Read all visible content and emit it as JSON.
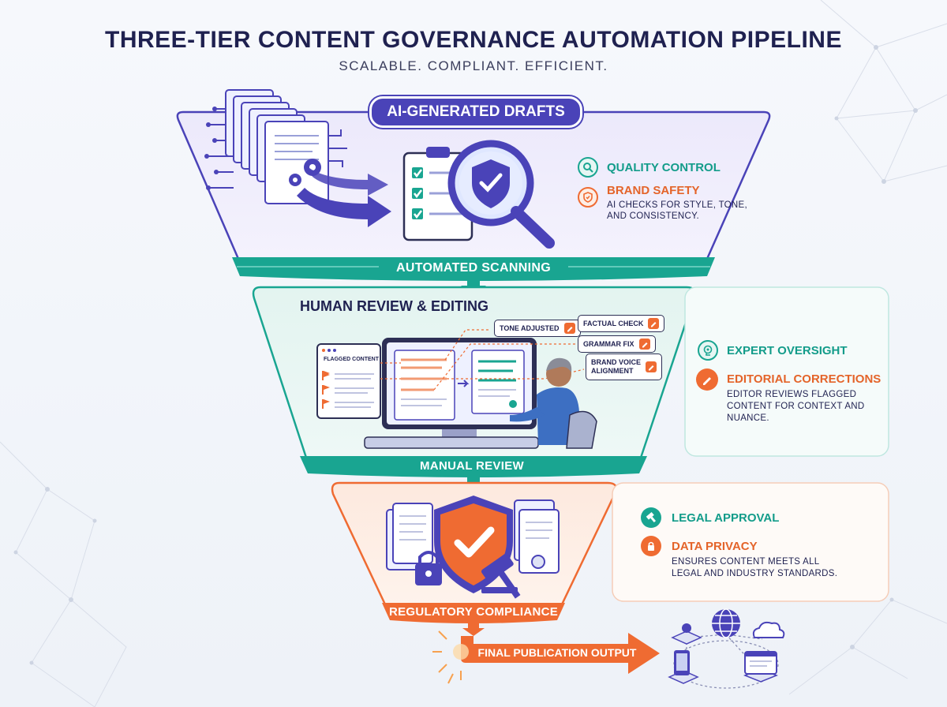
{
  "header": {
    "title": "THREE-TIER CONTENT GOVERNANCE AUTOMATION PIPELINE",
    "subtitle": "SCALABLE. COMPLIANT. EFFICIENT."
  },
  "tier1": {
    "pill": "AI-GENERATED DRAFTS",
    "band": "AUTOMATED SCANNING",
    "features": [
      {
        "label": "QUALITY CONTROL",
        "icon": "magnifier-icon",
        "color": "#19a591"
      },
      {
        "label": "BRAND SAFETY",
        "icon": "shield-check-icon",
        "color": "#ef6b32",
        "desc_lines": [
          "AI CHECKS FOR STYLE, TONE,",
          "AND CONSISTENCY."
        ]
      }
    ]
  },
  "tier2": {
    "heading": "HUMAN REVIEW & EDITING",
    "band": "MANUAL REVIEW",
    "panel_title": "FLAGGED CONTENT",
    "tags": {
      "tone": "TONE ADJUSTED",
      "factual": "FACTUAL CHECK",
      "grammar": "GRAMMAR FIX",
      "brand_line1": "BRAND VOICE",
      "brand_line2": "ALIGNMENT"
    },
    "features": [
      {
        "label": "EXPERT OVERSIGHT",
        "icon": "head-gear-icon",
        "color": "#19a591"
      },
      {
        "label": "EDITORIAL CORRECTIONS",
        "icon": "pencil-icon",
        "color": "#ef6b32",
        "desc_lines": [
          "EDITOR REVIEWS FLAGGED",
          "CONTENT FOR CONTEXT AND",
          "NUANCE."
        ]
      }
    ]
  },
  "tier3": {
    "band": "REGULATORY COMPLIANCE",
    "features": [
      {
        "label": "LEGAL APPROVAL",
        "icon": "gavel-icon",
        "color": "#19a591"
      },
      {
        "label": "DATA PRIVACY",
        "icon": "lock-icon",
        "color": "#ef6b32",
        "desc_lines": [
          "ENSURES CONTENT MEETS ALL",
          "LEGAL AND INDUSTRY STANDARDS."
        ]
      }
    ]
  },
  "output": {
    "label": "FINAL PUBLICATION OUTPUT"
  },
  "colors": {
    "navy": "#1f2150",
    "purple": "#4a43b8",
    "teal": "#19a591",
    "orange": "#ef6b32"
  }
}
